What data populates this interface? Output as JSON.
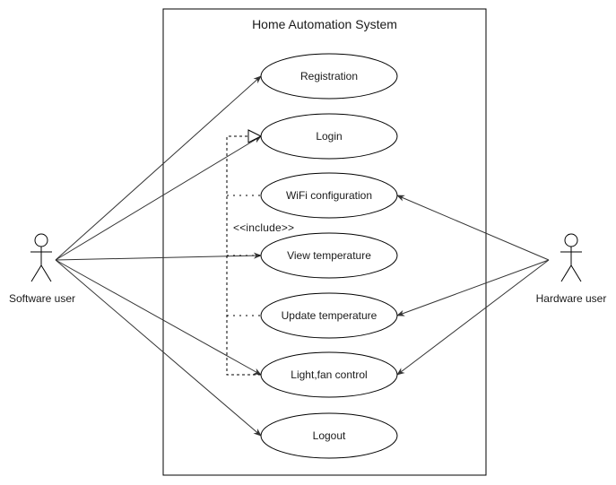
{
  "diagram": {
    "system_title": "Home Automation System",
    "actors": {
      "software": "Software user",
      "hardware": "Hardware user"
    },
    "use_cases": {
      "registration": "Registration",
      "login": "Login",
      "wifi": "WiFi configuration",
      "view_temp": "View temperature",
      "update_temp": "Update temperature",
      "light_fan": "Light,fan control",
      "logout": "Logout"
    },
    "include_label": "<<include>>"
  }
}
